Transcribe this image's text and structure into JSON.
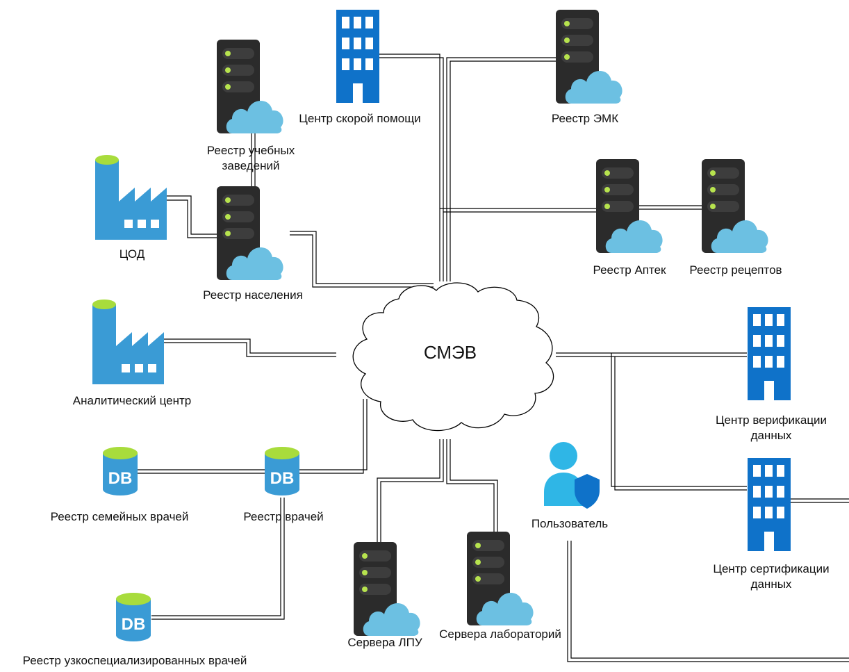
{
  "hub": {
    "label": "СМЭВ"
  },
  "nodes": {
    "ambulance": "Центр скорой помощи",
    "emk": "Реестр ЭМК",
    "education": "Реестр учебных заведений",
    "cod": "ЦОД",
    "population": "Реестр населения",
    "pharmacies": "Реестр Аптек",
    "prescriptions": "Реестр рецептов",
    "analytics": "Аналитический центр",
    "verification": "Центр верификации данных",
    "certification": "Центр сертификации данных",
    "user": "Пользователь",
    "family_doctors": "Реестр семейных врачей",
    "doctors": "Реестр врачей",
    "specialists": "Реестр узкоспециализированных  врачей",
    "lpu_servers": "Сервера ЛПУ",
    "lab_servers": "Сервера лабораторий"
  },
  "icons": {
    "ambulance": "building-icon",
    "emk": "server-cloud-icon",
    "education": "server-cloud-icon",
    "cod": "factory-icon",
    "population": "server-cloud-icon",
    "pharmacies": "server-cloud-icon",
    "prescriptions": "server-cloud-icon",
    "analytics": "factory-icon",
    "verification": "building-icon",
    "certification": "building-icon",
    "user": "user-shield-icon",
    "family_doctors": "database-icon",
    "doctors": "database-icon",
    "specialists": "database-icon",
    "lpu_servers": "server-cloud-icon",
    "lab_servers": "server-cloud-icon"
  },
  "colors": {
    "server_body": "#2b2b2b",
    "server_slot": "#3d3d3d",
    "led": "#b7e34e",
    "cloud": "#6cc0e2",
    "building": "#0f72c9",
    "db": "#3a9bd5",
    "db_top": "#a8dc3c",
    "factory": "#3a9bd5"
  }
}
